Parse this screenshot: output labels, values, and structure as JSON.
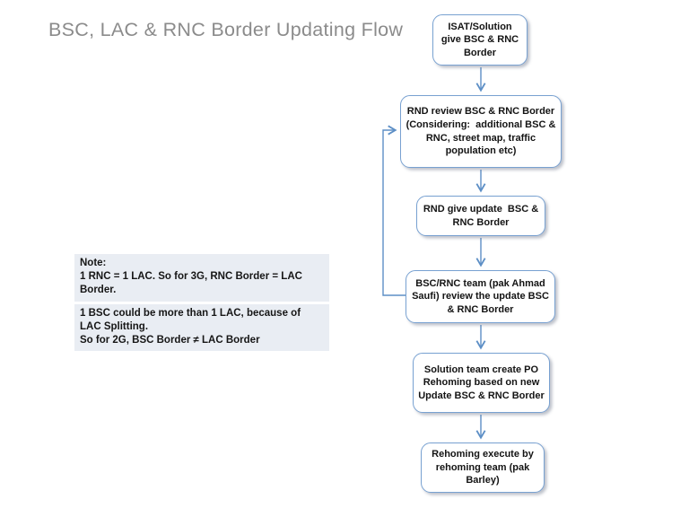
{
  "slide": {
    "title": "BSC, LAC & RNC Border Updating Flow"
  },
  "flowchart": {
    "nodes": [
      {
        "id": "isat-solution",
        "label": "ISAT/Solution\ngive BSC & RNC\nBorder"
      },
      {
        "id": "rnd-review",
        "label": "RND review BSC & RNC Border\n(Considering:  additional BSC &\nRNC, street map, traffic\npopulation etc)"
      },
      {
        "id": "rnd-give-update",
        "label": "RND give update  BSC &\nRNC Border"
      },
      {
        "id": "bsc-rnc-team-review",
        "label": "BSC/RNC team (pak Ahmad\nSaufi) review the update BSC\n& RNC Border"
      },
      {
        "id": "solution-team-po",
        "label": "Solution team create PO\nRehoming based on new\nUpdate BSC & RNC Border"
      },
      {
        "id": "rehoming-execute",
        "label": "Rehoming execute by\nrehoming team (pak\nBarley)"
      }
    ],
    "edges": [
      {
        "from": "isat-solution",
        "to": "rnd-review",
        "type": "forward"
      },
      {
        "from": "rnd-review",
        "to": "rnd-give-update",
        "type": "forward"
      },
      {
        "from": "rnd-give-update",
        "to": "bsc-rnc-team-review",
        "type": "forward"
      },
      {
        "from": "bsc-rnc-team-review",
        "to": "solution-team-po",
        "type": "forward"
      },
      {
        "from": "solution-team-po",
        "to": "rehoming-execute",
        "type": "forward"
      },
      {
        "from": "bsc-rnc-team-review",
        "to": "rnd-review",
        "type": "feedback"
      }
    ]
  },
  "note": {
    "heading": "Note:",
    "line1": "1 RNC = 1 LAC. So for 3G, RNC Border = LAC Border.",
    "line2": "1 BSC could be more than 1 LAC, because of LAC Splitting.\nSo for 2G, BSC Border ≠ LAC Border"
  },
  "colors": {
    "box_border": "#78a1d1",
    "arrow": "#5d8fc6",
    "note_bg": "#e9edf3",
    "title_text": "#8b8b8b"
  }
}
